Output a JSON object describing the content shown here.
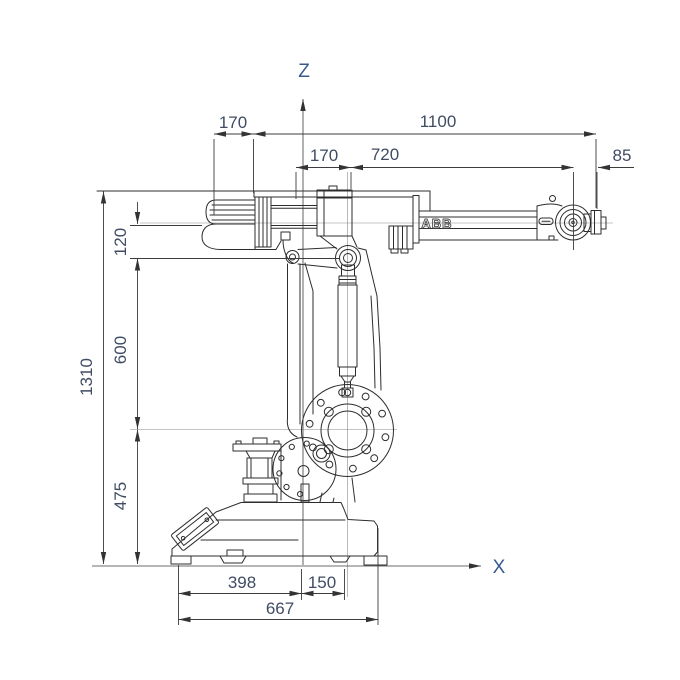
{
  "drawing": {
    "brand_logo": "ABB",
    "axes": {
      "vertical": "Z",
      "horizontal": "X"
    },
    "dimensions": {
      "top_rear": "170",
      "arm_total": "1100",
      "shoulder_offset": "170",
      "forearm": "720",
      "flange": "85",
      "wrist_drop": "120",
      "upper_arm": "600",
      "total_height": "1310",
      "shoulder_height": "475",
      "base_front": "398",
      "base_center": "150",
      "base_total": "667"
    },
    "colors": {
      "line": "#2d2d2d",
      "dimension_line": "#3c3c3c",
      "dimension_text": "#3f4c63",
      "axis_text": "#39598f"
    }
  }
}
